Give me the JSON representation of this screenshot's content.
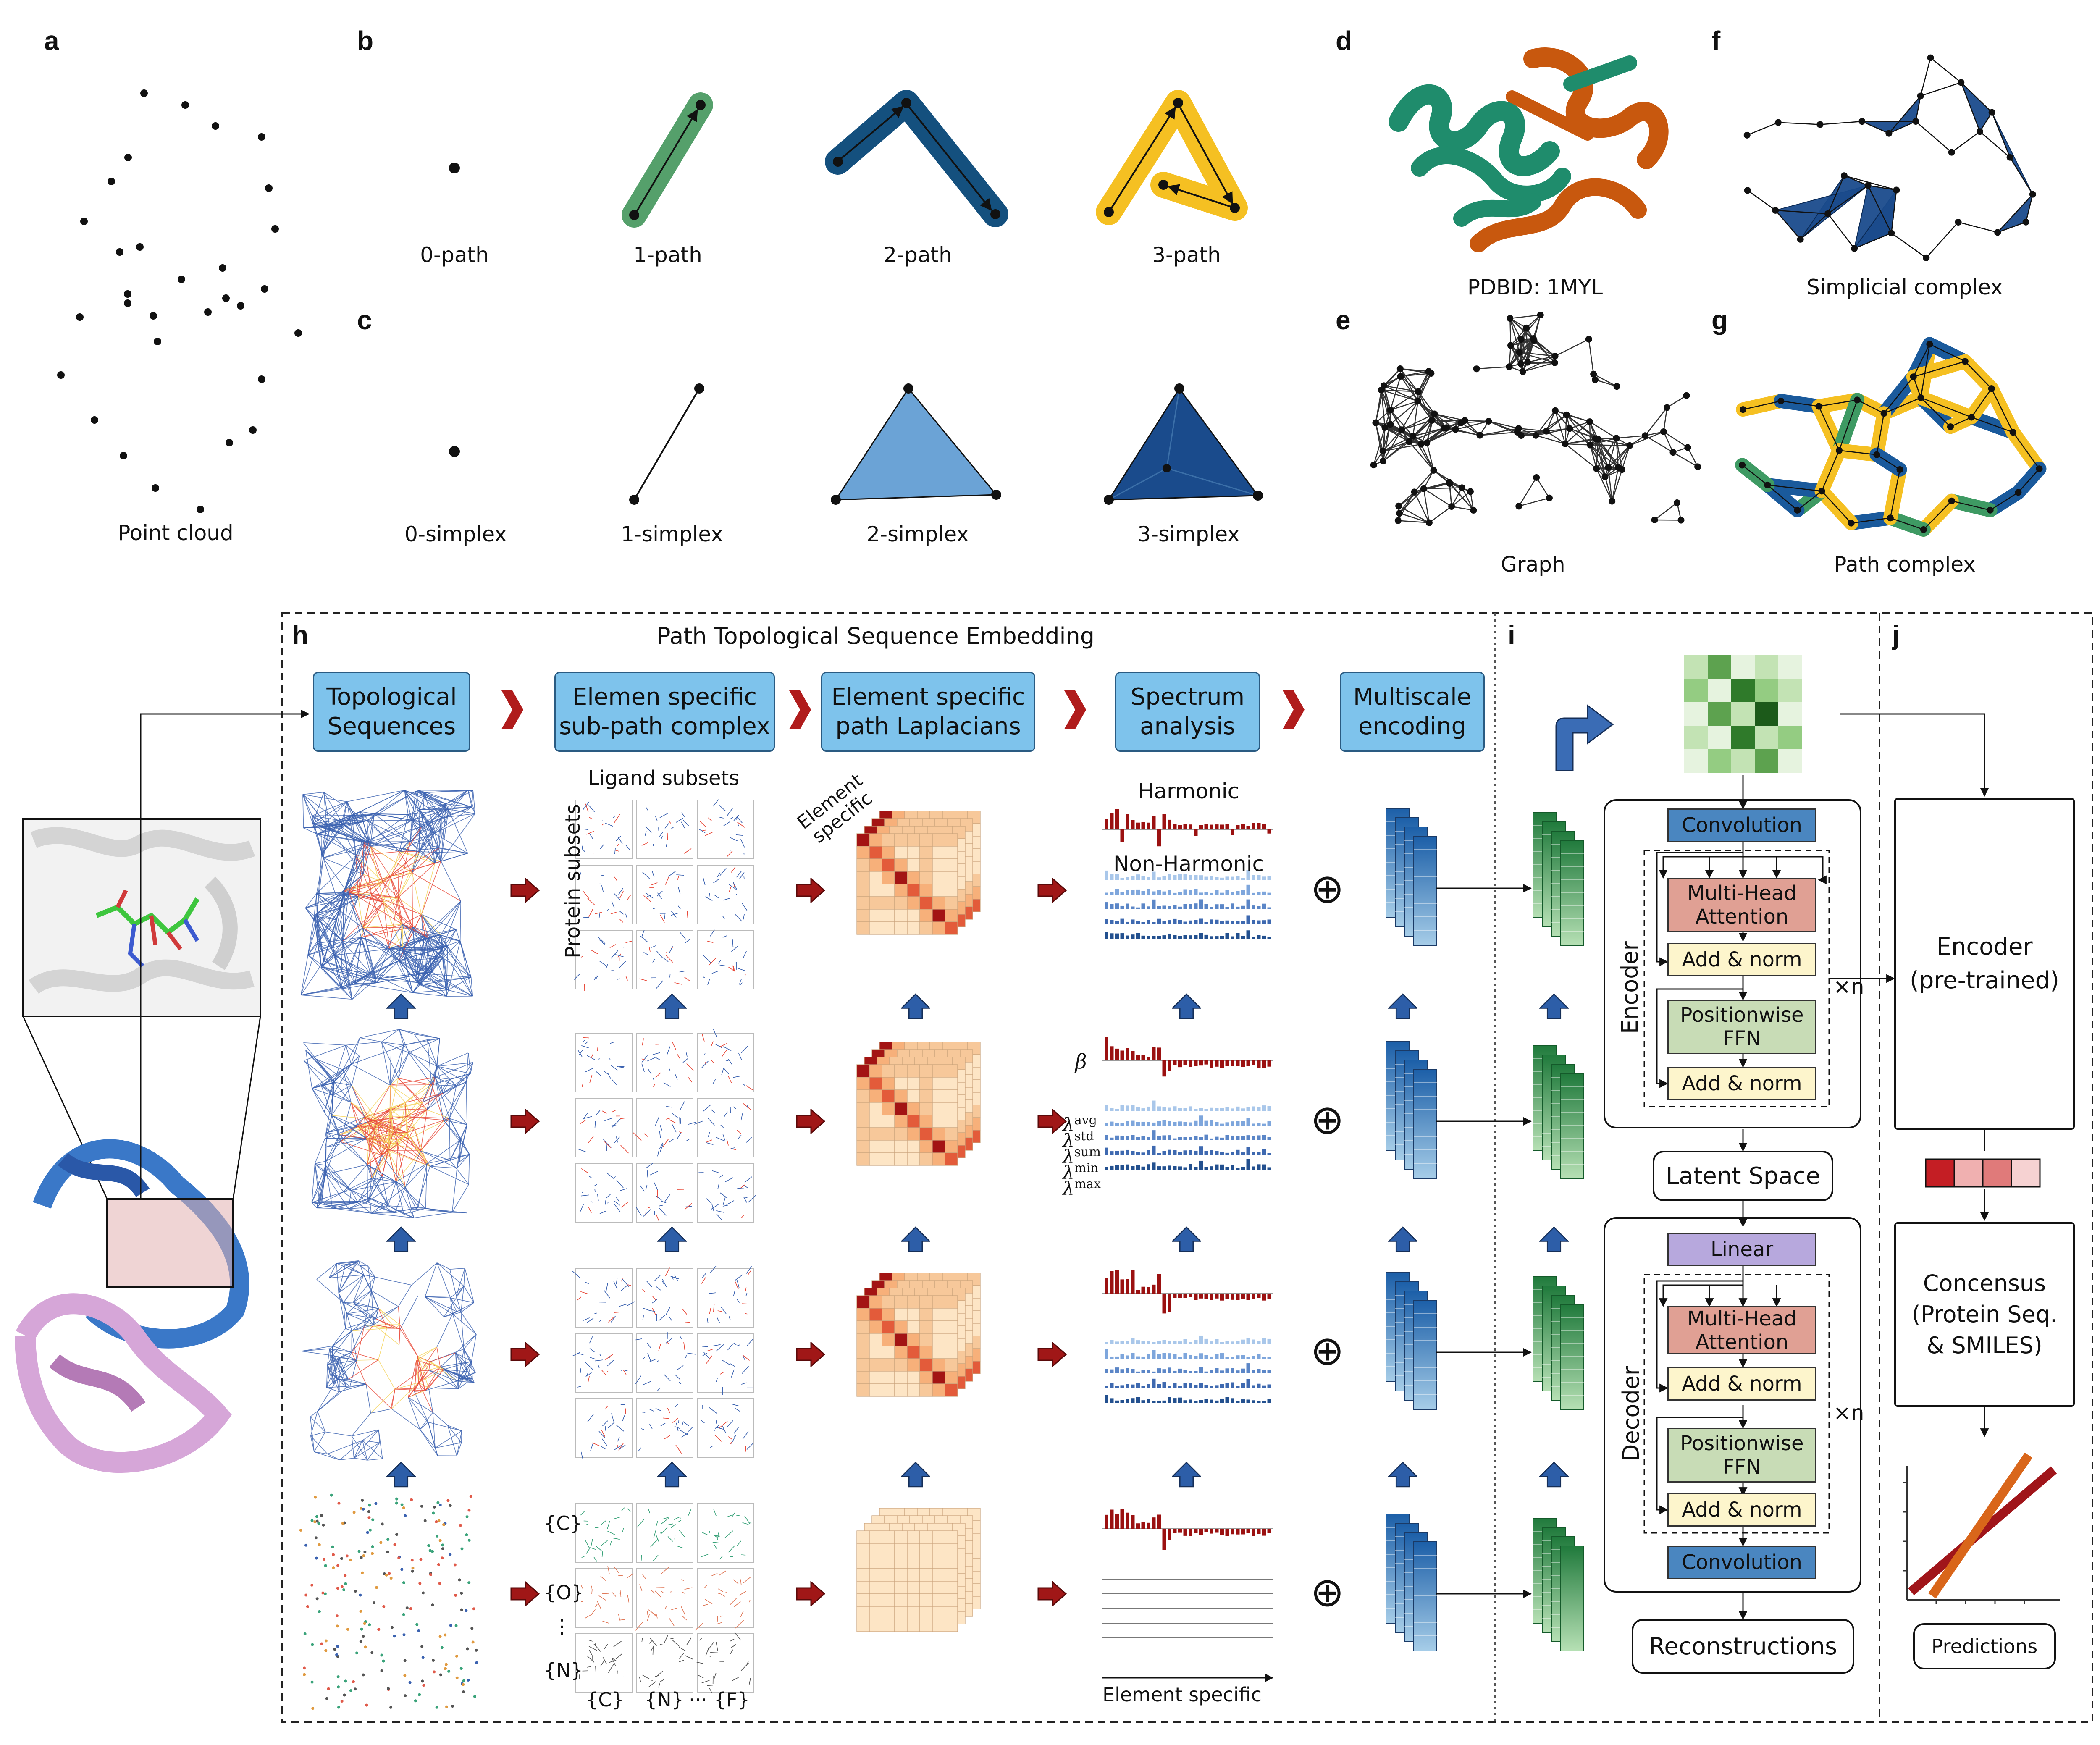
{
  "panels": {
    "a": "a",
    "b": "b",
    "c": "c",
    "d": "d",
    "e": "e",
    "f": "f",
    "g": "g",
    "h": "h",
    "i": "i",
    "j": "j"
  },
  "captions": {
    "point_cloud": "Point cloud",
    "path0": "0-path",
    "path1": "1-path",
    "path2": "2-path",
    "path3": "3-path",
    "simplex0": "0-simplex",
    "simplex1": "1-simplex",
    "simplex2": "2-simplex",
    "simplex3": "3-simplex",
    "pdb": "PDBID: 1MYL",
    "graph": "Graph",
    "simplicial": "Simplicial complex",
    "path_complex": "Path complex"
  },
  "h": {
    "title": "Path Topological Sequence Embedding",
    "steps": [
      "Topological\nSequences",
      "Elemen specific\nsub-path complex",
      "Element specific\npath Laplacians",
      "Spectrum\nanalysis",
      "Multiscale\nencoding"
    ],
    "ligand_subsets": "Ligand subsets",
    "protein_subsets": "Protein  subsets",
    "element_specific_diag": "Element\nspecific",
    "harmonic": "Harmonic",
    "non_harmonic": "Non-Harmonic",
    "beta": "β",
    "lambdas": [
      "avg",
      "std",
      "sum",
      "min",
      "max"
    ],
    "element_specific_axis": "Element specific",
    "row_labels": [
      "{C}",
      "{O}",
      "⋮",
      "{N}"
    ],
    "col_labels": [
      "{C}",
      "{N}",
      "···",
      "{F}"
    ],
    "oplus": "⊕"
  },
  "i": {
    "convolution": "Convolution",
    "mha": "Multi-Head\nAttention",
    "addnorm": "Add & norm",
    "ffn": "Positionwise\nFFN",
    "encoder": "Encoder",
    "decoder": "Decoder",
    "times_n": "×n",
    "latent": "Latent Space",
    "linear": "Linear",
    "reconstructions": "Reconstructions"
  },
  "j": {
    "encoder": "Encoder\n(pre-trained)",
    "consensus": "Concensus\n(Protein Seq.\n& SMILES)",
    "predictions": "Predictions"
  },
  "colors": {
    "blue_box": "#7ec3ec",
    "dark_blue": "#1a4b8c",
    "green_path": "#55a06b",
    "yellow_path": "#f5c022",
    "red_arrow": "#9b1111",
    "conv": "#4a86c0",
    "mha": "#e0a094",
    "addnorm": "#fdf5cc",
    "ffn": "#c8dcb6",
    "linear": "#b7a8dd"
  }
}
